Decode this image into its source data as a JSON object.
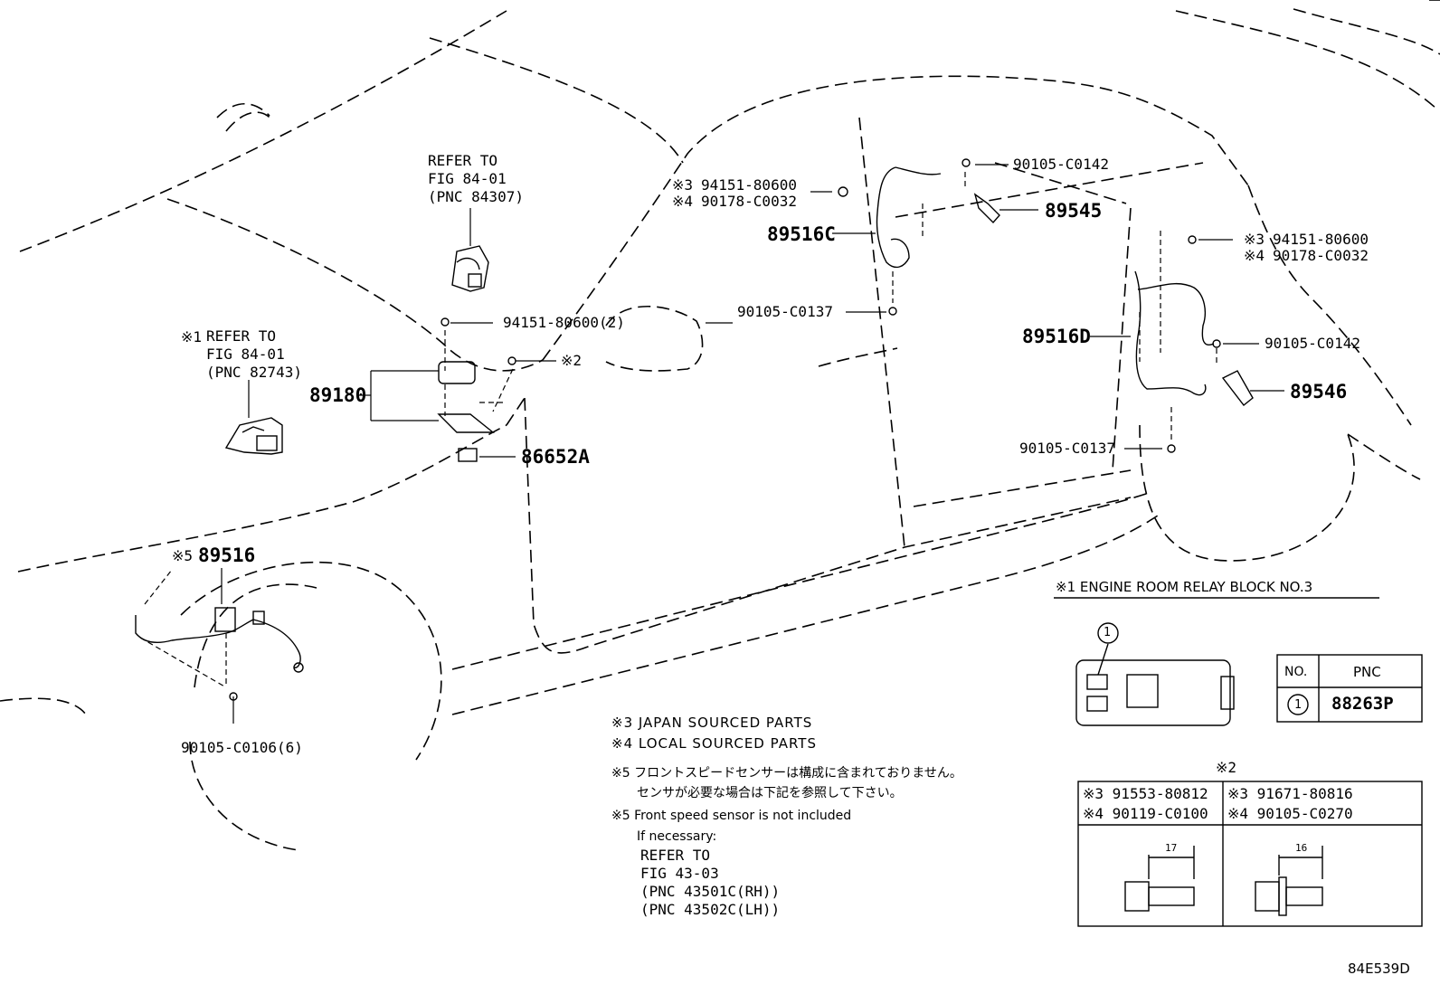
{
  "callouts": {
    "refer_fig_84_01_a": "REFER TO\nFIG 84-01\n(PNC 84307)",
    "mark1_ref_prefix": "※1",
    "refer_fig_84_01_b": "REFER TO\nFIG 84-01\n(PNC 82743)",
    "p_94151_80600_2": "94151-80600(2)",
    "mark2": "※2",
    "p_89180": "89180",
    "p_86652A": "86652A",
    "p_89516": "89516",
    "mark5_89516": "※5",
    "p_90105_C0106_6": "90105-C0106(6)",
    "top_mark3": "※3",
    "top_94151_80600": "94151-80600",
    "top_mark4": "※4",
    "top_90178_C0032": "90178-C0032",
    "p_89516C": "89516C",
    "p_90105_C0142_a": "90105-C0142",
    "p_89545": "89545",
    "p_90105_C0137_a": "90105-C0137",
    "r_mark3": "※3",
    "r_94151_80600": "94151-80600",
    "r_mark4": "※4",
    "r_90178_C0032": "90178-C0032",
    "p_89516D": "89516D",
    "p_90105_C0142_b": "90105-C0142",
    "p_89546": "89546",
    "p_90105_C0137_b": "90105-C0137"
  },
  "notes": {
    "n3": "※3 JAPAN SOURCED PARTS",
    "n4": "※4 LOCAL SOURCED PARTS",
    "n5_jp_1": "※5 フロントスピードセンサーは構成に含まれておりません。",
    "n5_jp_2": "センサが必要な場合は下記を参照して下さい。",
    "n5_en_1": "※5 Front speed sensor is not included",
    "n5_en_2": "If necessary:",
    "n5_refer": "REFER TO\nFIG 43-03\n(PNC 43501C(RH))\n(PNC 43502C(LH))"
  },
  "relay_block": {
    "title": "※1  ENGINE ROOM RELAY BLOCK NO.3",
    "circle_no": "1",
    "table": {
      "headers": [
        "NO.",
        "PNC"
      ],
      "rows": [
        {
          "no": "1",
          "pnc": "88263P"
        }
      ]
    }
  },
  "bolt_table": {
    "title": "※2",
    "left": {
      "line1": "※3 91553-80812",
      "line2": "※4 90119-C0100",
      "dim": "17"
    },
    "right": {
      "line1": "※3 91671-80816",
      "line2": "※4 90105-C0270",
      "dim": "16"
    }
  },
  "figure_id": "84E539D"
}
